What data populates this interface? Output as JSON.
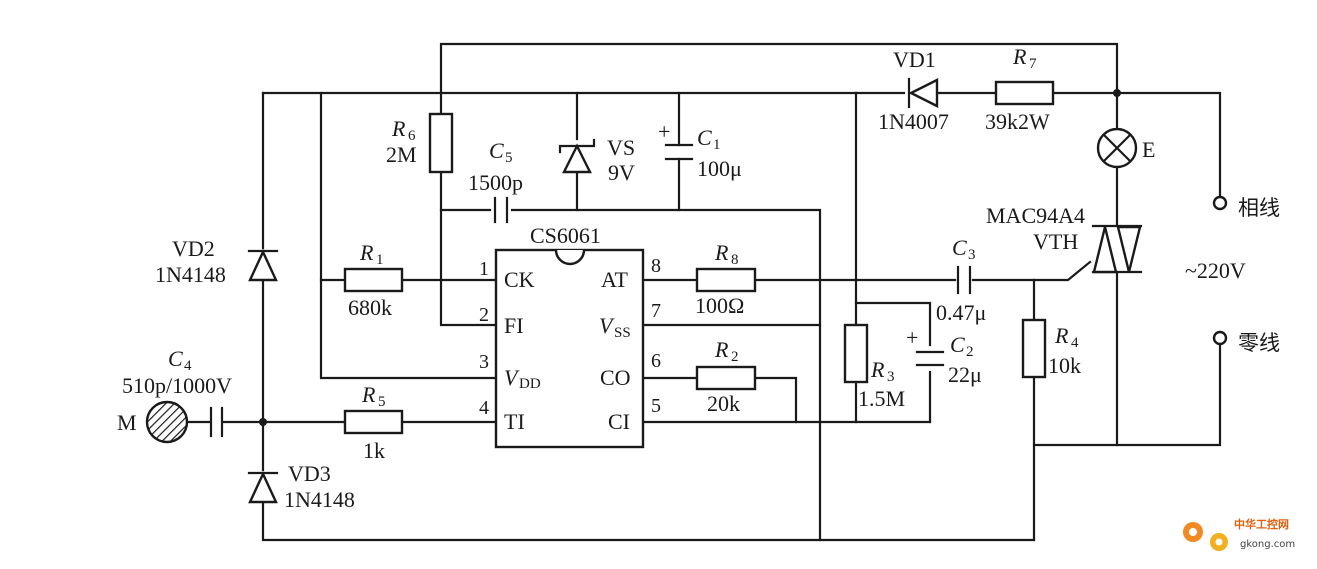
{
  "ic": {
    "name": "CS6061",
    "pins_left": [
      {
        "num": "1",
        "label": "CK"
      },
      {
        "num": "2",
        "label": "FI"
      },
      {
        "num": "3",
        "label": "V",
        "sub": "DD"
      },
      {
        "num": "4",
        "label": "TI"
      }
    ],
    "pins_right": [
      {
        "num": "8",
        "label": "AT"
      },
      {
        "num": "7",
        "label": "V",
        "sub": "SS"
      },
      {
        "num": "6",
        "label": "CO"
      },
      {
        "num": "5",
        "label": "CI"
      }
    ]
  },
  "components": {
    "R1": {
      "ref": "R",
      "sub": "1",
      "value": "680k"
    },
    "R2": {
      "ref": "R",
      "sub": "2",
      "value": "20k"
    },
    "R3": {
      "ref": "R",
      "sub": "3",
      "value": "1.5M"
    },
    "R4": {
      "ref": "R",
      "sub": "4",
      "value": "10k"
    },
    "R5": {
      "ref": "R",
      "sub": "5",
      "value": "1k"
    },
    "R6": {
      "ref": "R",
      "sub": "6",
      "value": "2M"
    },
    "R7": {
      "ref": "R",
      "sub": "7",
      "value": "39k2W"
    },
    "R8": {
      "ref": "R",
      "sub": "8",
      "value": "100Ω"
    },
    "C1": {
      "ref": "C",
      "sub": "1",
      "value": "100μ"
    },
    "C2": {
      "ref": "C",
      "sub": "2",
      "value": "22μ"
    },
    "C3": {
      "ref": "C",
      "sub": "3",
      "value": "0.47μ"
    },
    "C4": {
      "ref": "C",
      "sub": "4",
      "value": "510p/1000V"
    },
    "C5": {
      "ref": "C",
      "sub": "5",
      "value": "1500p"
    },
    "VS": {
      "ref": "VS",
      "value": "9V"
    },
    "VD1": {
      "ref": "VD1",
      "value": "1N4007"
    },
    "VD2": {
      "ref": "VD2",
      "value": "1N4148"
    },
    "VD3": {
      "ref": "VD3",
      "value": "1N4148"
    },
    "VTH": {
      "ref": "VTH",
      "value": "MAC94A4"
    },
    "E": {
      "ref": "E"
    },
    "M": {
      "ref": "M"
    }
  },
  "plus_sign": "+",
  "terminals": {
    "phase": "相线",
    "neutral": "零线",
    "supply": "~220V"
  },
  "watermark": {
    "cn": "中华工控网",
    "url": "gkong.com"
  }
}
